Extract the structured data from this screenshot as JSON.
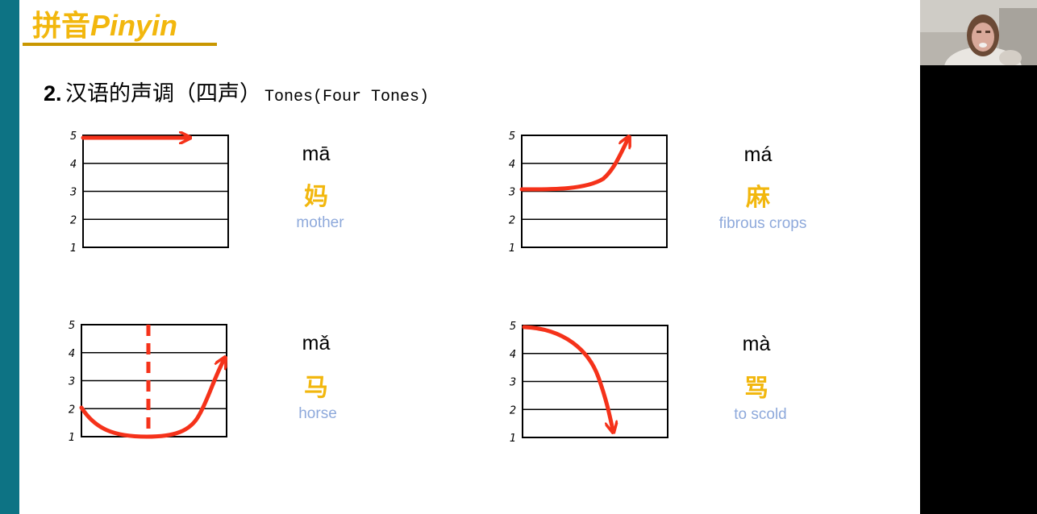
{
  "header": {
    "title_cn": "拼音",
    "title_en": "Pinyin"
  },
  "heading": {
    "number": "2.",
    "title_cn": "汉语的声调（四声）",
    "title_en": "Tones(Four Tones)"
  },
  "tone_chart": {
    "scale_levels": [
      "5",
      "4",
      "3",
      "2",
      "1"
    ]
  },
  "tones": [
    {
      "tone": 1,
      "pinyin": "mā",
      "hanzi": "妈",
      "meaning": "mother",
      "contour": [
        5,
        5
      ]
    },
    {
      "tone": 2,
      "pinyin": "má",
      "hanzi": "麻",
      "meaning": "fibrous crops",
      "contour": [
        3,
        5
      ]
    },
    {
      "tone": 3,
      "pinyin": "mǎ",
      "hanzi": "马",
      "meaning": "horse",
      "contour": [
        2,
        1,
        4
      ]
    },
    {
      "tone": 4,
      "pinyin": "mà",
      "hanzi": "骂",
      "meaning": "to scold",
      "contour": [
        5,
        1
      ]
    }
  ],
  "colors": {
    "accent_bar": "#0d7384",
    "brand": "#f2b70e",
    "tone_arrow": "#f5321a",
    "meaning_text": "#8ea9db"
  }
}
